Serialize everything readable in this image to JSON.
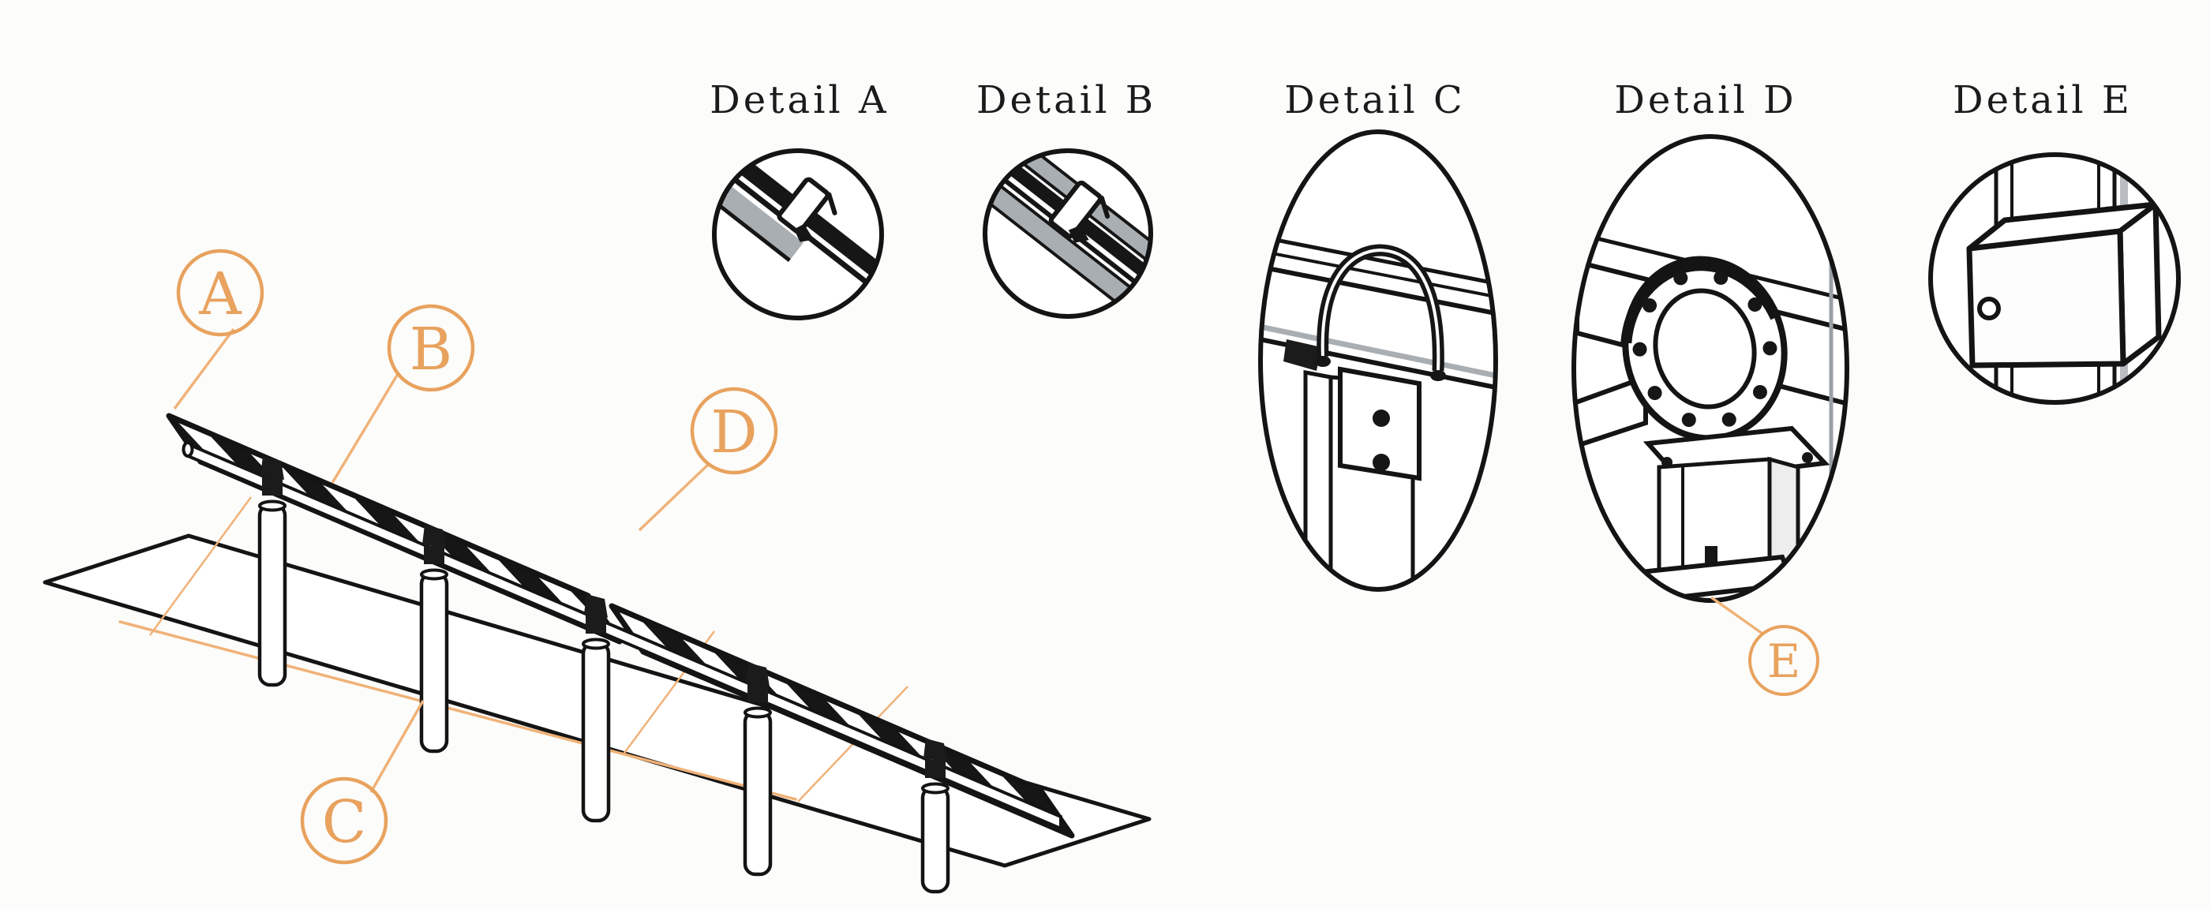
{
  "diagram": {
    "background": "#fcfcfa",
    "line_color": "#141414",
    "panel_gray": "#a9aeb3",
    "accent_color": "#e8a25e",
    "leader_color": "#f0b278"
  },
  "callouts": [
    {
      "letter": "A"
    },
    {
      "letter": "B"
    },
    {
      "letter": "C"
    },
    {
      "letter": "D"
    },
    {
      "letter": "E"
    }
  ],
  "details": [
    {
      "label": "Detail A"
    },
    {
      "label": "Detail B"
    },
    {
      "label": "Detail C"
    },
    {
      "label": "Detail D"
    },
    {
      "label": "Detail E"
    }
  ]
}
